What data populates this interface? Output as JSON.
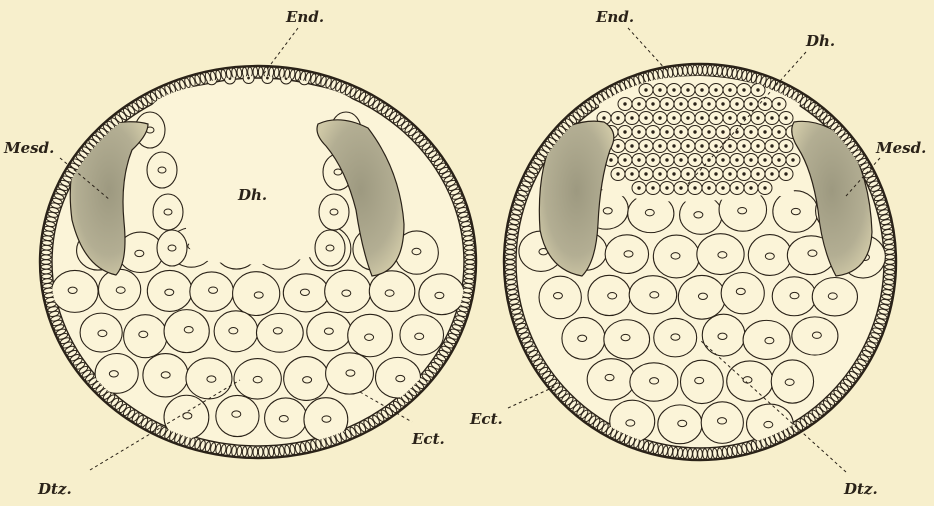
{
  "figure_left": {
    "labels": {
      "end": "End.",
      "dh": "Dh.",
      "mesd": "Mesd.",
      "ect": "Ect.",
      "dtz": "Dtz."
    }
  },
  "figure_right": {
    "labels": {
      "end": "End.",
      "dh": "Dh.",
      "mesd": "Mesd.",
      "ect": "Ect.",
      "dtz": "Dtz."
    }
  },
  "colors": {
    "paper": "#f7efcc",
    "ink": "#2a2218",
    "cell_fill": "#fbf4d8",
    "mesoderm_fill": "#a9a489"
  }
}
